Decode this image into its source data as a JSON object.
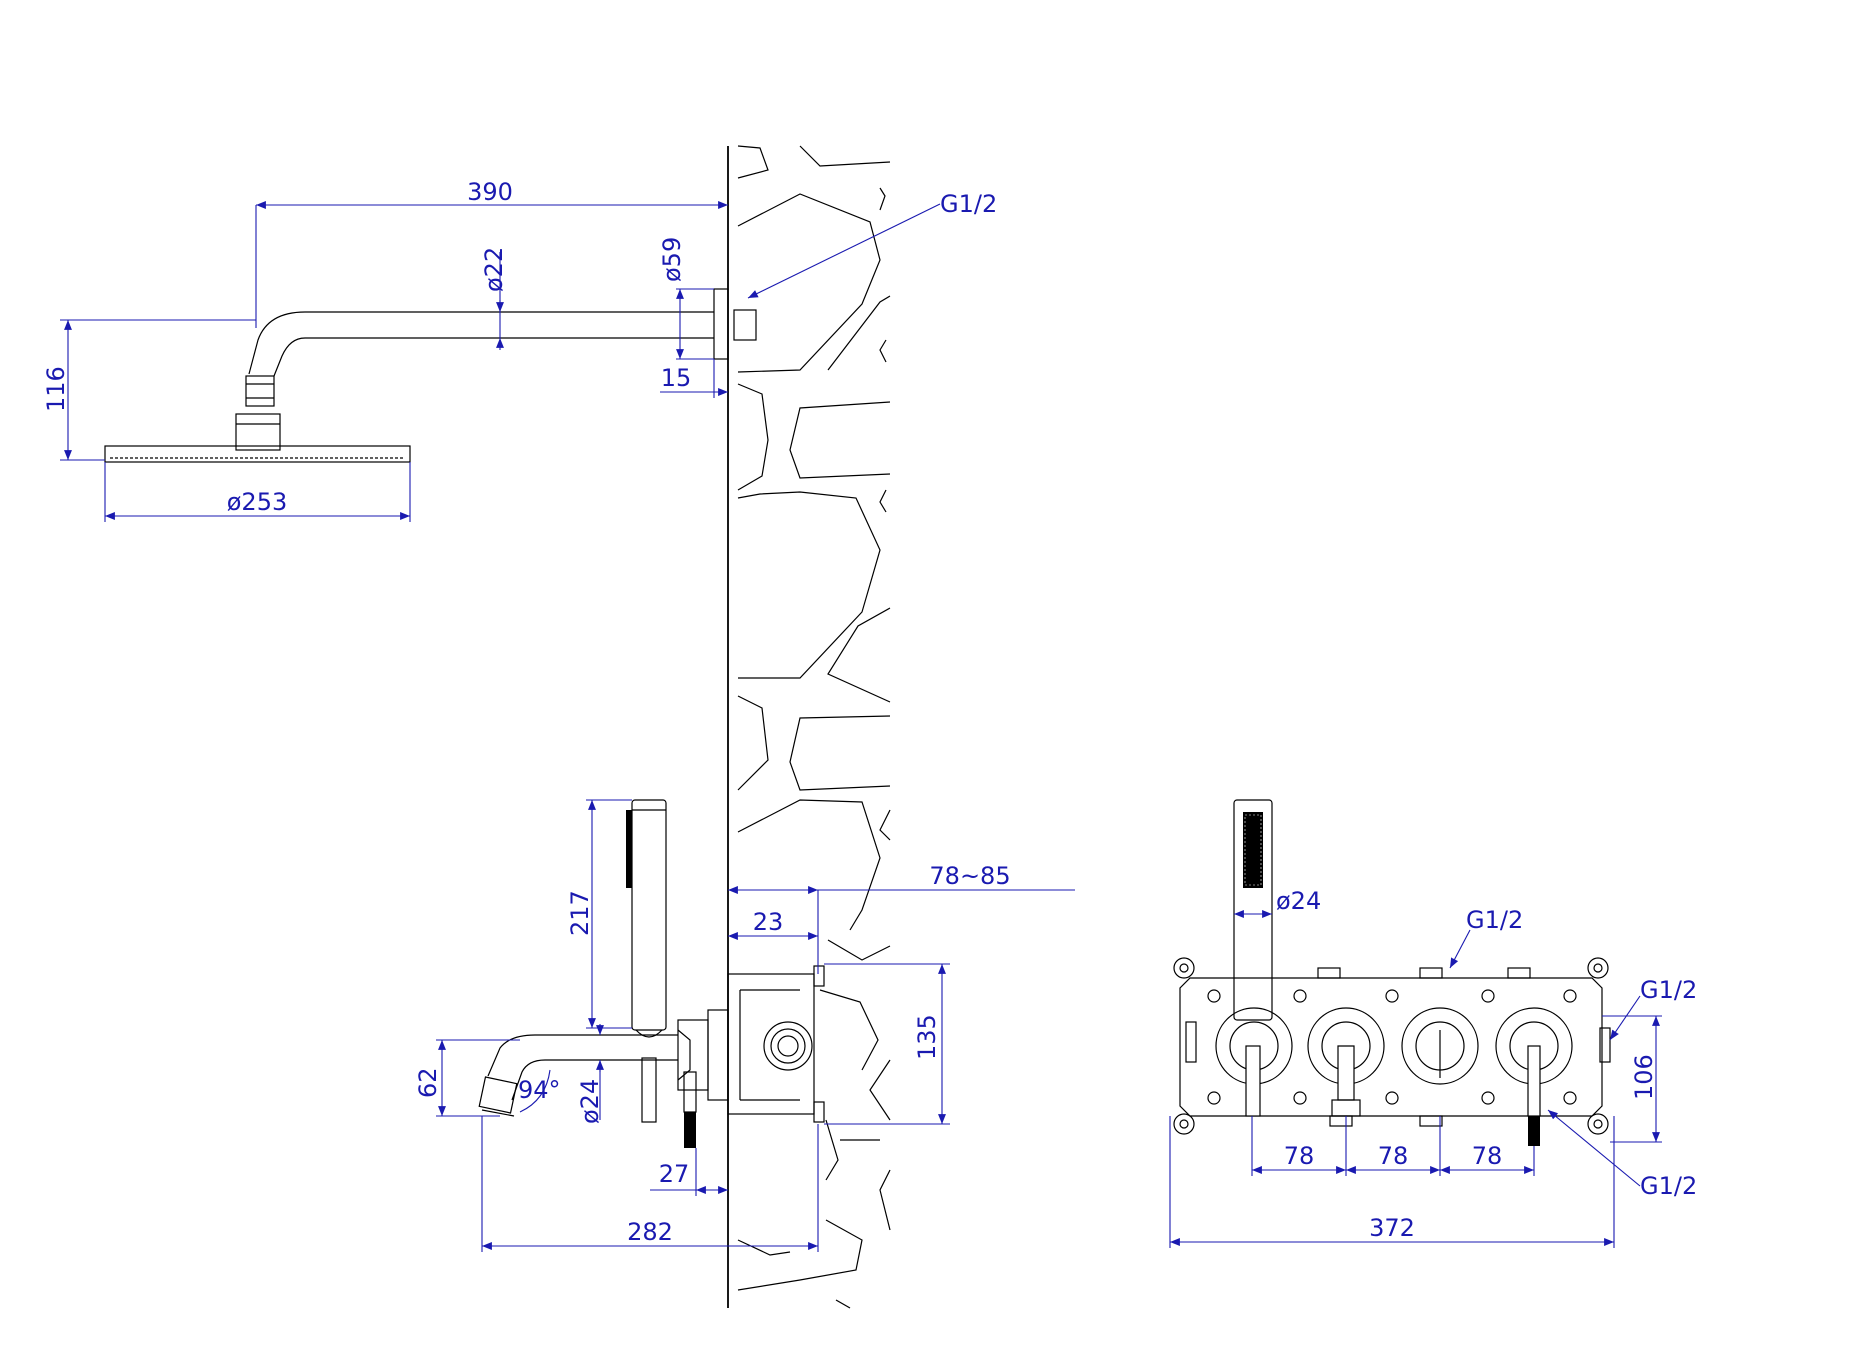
{
  "dimensions": {
    "arm_length": "390",
    "arm_diameter": "ø22",
    "flange_diameter": "ø59",
    "flange_depth": "15",
    "overall_height": "116",
    "head_diameter": "ø253",
    "thread_top": "G1/2",
    "handshower_length": "217",
    "wall_depth": "78~85",
    "box_offset": "23",
    "box_height": "135",
    "spout_drop": "62",
    "spout_angle": "94°",
    "spout_diameter": "ø24",
    "mixer_offset": "27",
    "spout_projection": "282",
    "handshower_diameter": "ø24",
    "thread_box_top": "G1/2",
    "thread_box_right": "G1/2",
    "thread_box_bottom": "G1/2",
    "box_side_height": "106",
    "spacing_1": "78",
    "spacing_2": "78",
    "spacing_3": "78",
    "box_width": "372"
  }
}
